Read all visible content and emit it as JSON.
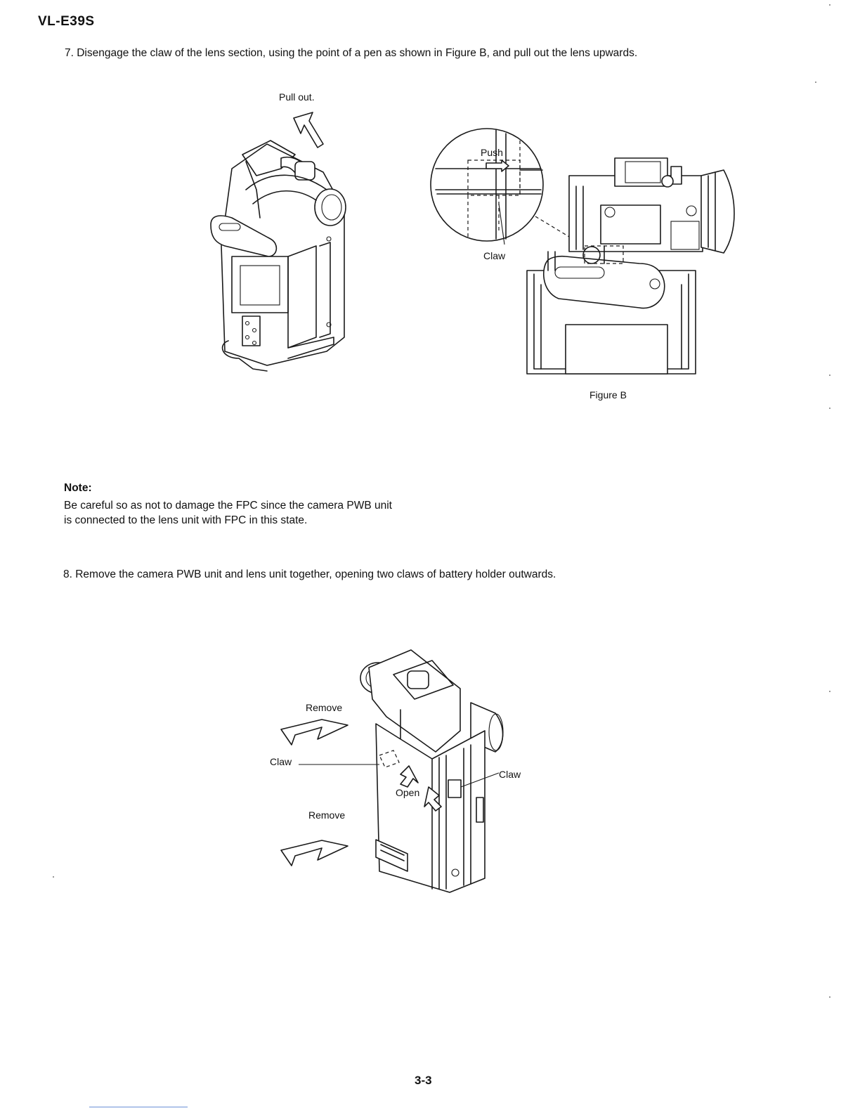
{
  "header": {
    "model": "VL-E39S"
  },
  "step7": {
    "text": "7.  Disengage the claw of the lens section, using the point of a pen as shown in Figure B, and pull out the lens upwards."
  },
  "figure1": {
    "pull_label": "Pull out."
  },
  "figureB": {
    "push_label": "Push",
    "claw_label": "Claw",
    "caption": "Figure B"
  },
  "note": {
    "heading": "Note:",
    "line1": "Be careful so as not to damage the FPC since the camera PWB unit",
    "line2": "is connected to the lens unit with FPC in this state."
  },
  "step8": {
    "text": "8.  Remove the camera PWB unit and lens unit together, opening two claws of battery holder outwards."
  },
  "figure2": {
    "remove_top": "Remove",
    "claw_left": "Claw",
    "claw_right": "Claw",
    "open_label": "Open",
    "remove_bottom": "Remove"
  },
  "footer": {
    "page_number": "3-3"
  }
}
